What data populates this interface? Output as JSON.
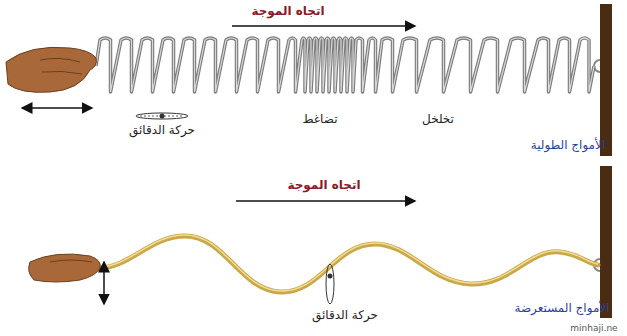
{
  "diagram": {
    "labels": [
      "اتجاه الموجة",
      "حركة الدقائق",
      "تضاغط",
      "تخلخل",
      "الأمواج الطولية",
      "اتجاه الموجة",
      "حركة الدقائق",
      "الأمواج المستعرضة",
      "minhaji.ne"
    ]
  }
}
